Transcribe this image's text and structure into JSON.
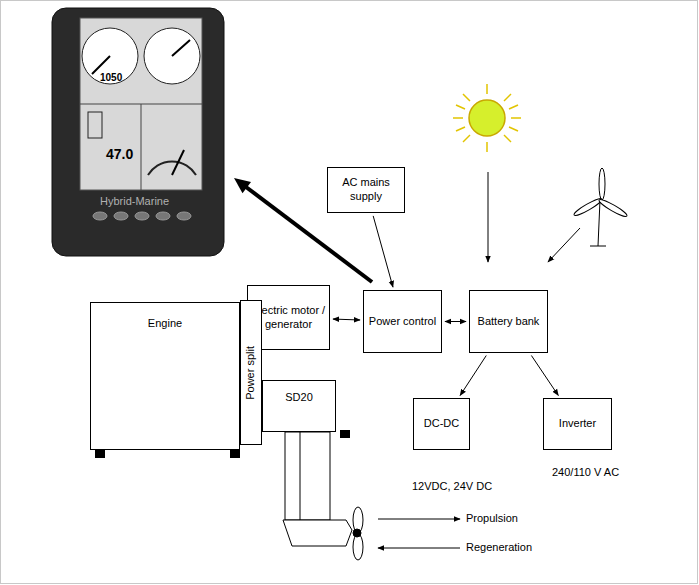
{
  "diagram": {
    "nodes": [
      {
        "text": [
          "AC mains supply"
        ]
      },
      {
        "text": [
          "Electric motor / generator"
        ]
      },
      {
        "text": [
          "Power control"
        ]
      },
      {
        "text": [
          "Battery bank"
        ]
      },
      {
        "text": [
          "Engine"
        ]
      },
      {
        "text": [
          "Power split"
        ]
      },
      {
        "text": [
          "SD20"
        ]
      },
      {
        "text": [
          "DC-DC"
        ]
      },
      {
        "text": [
          "Inverter"
        ]
      }
    ],
    "edges": [
      {
        "from": 1,
        "to": 2,
        "arrow": "both"
      },
      {
        "from": 2,
        "to": 3,
        "arrow": "both"
      },
      {
        "from": 0,
        "to": 2,
        "arrow": "to"
      },
      {
        "from": 3,
        "to": 7,
        "arrow": "to"
      },
      {
        "from": 3,
        "to": 8,
        "arrow": "to"
      }
    ],
    "labels": [
      "1050",
      "47.0",
      "Hybrid-Marine",
      "12VDC, 24V DC",
      "240/110 V AC",
      "Propulsion",
      "Regeneration"
    ]
  }
}
